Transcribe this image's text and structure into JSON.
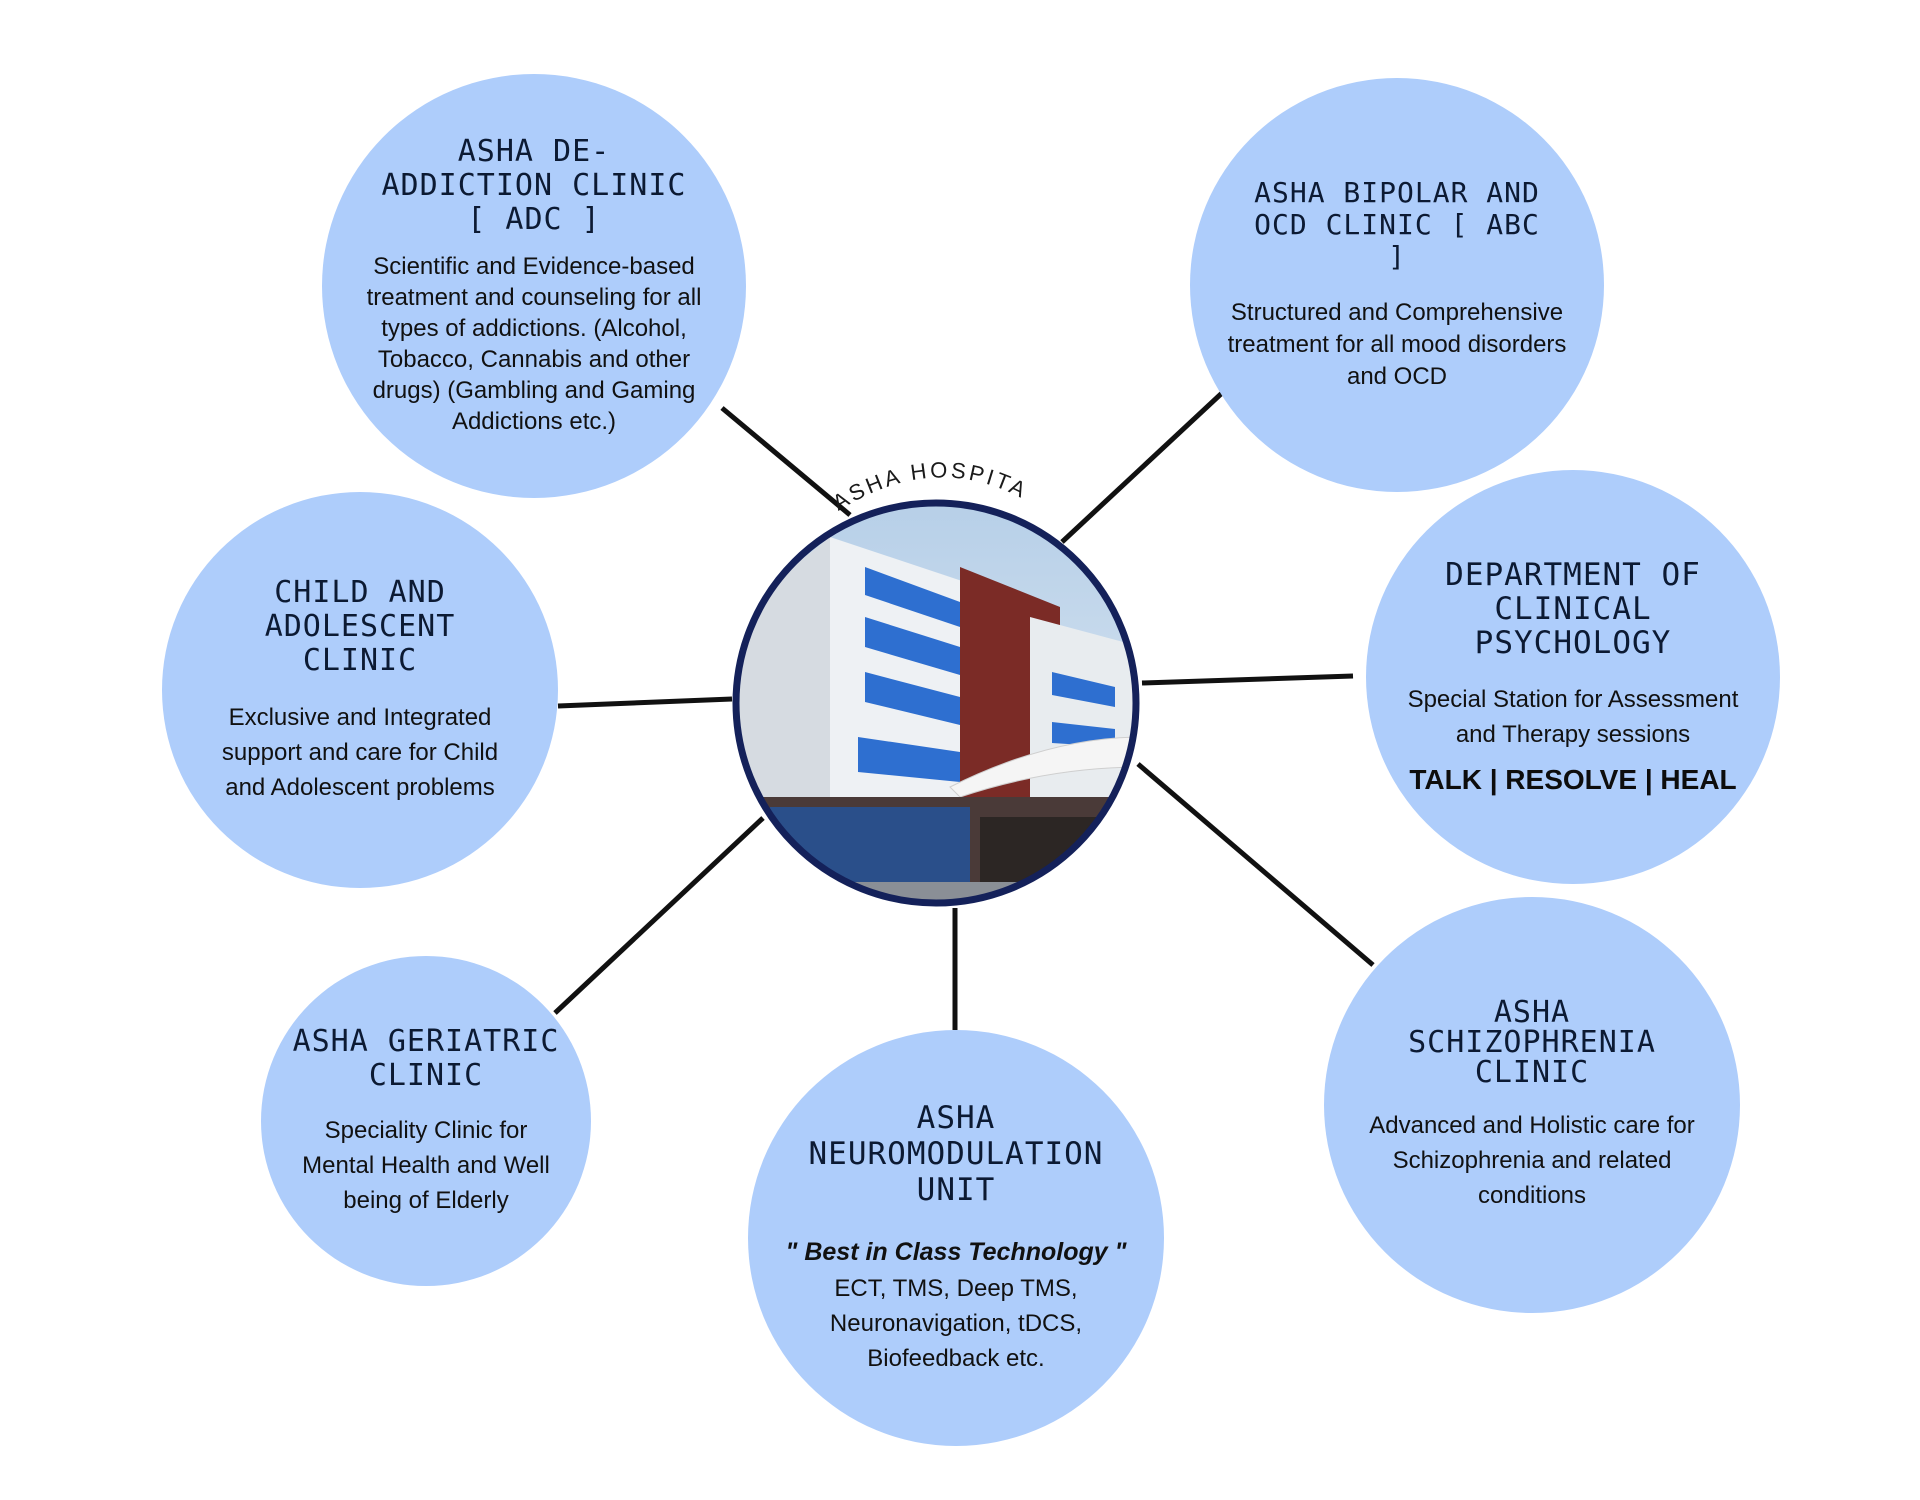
{
  "hub": {
    "label": "ASHA HOSPITAL",
    "photo_icon": "hospital-building-photo",
    "ring_color": "#14215a"
  },
  "colors": {
    "bubble": "#aecdfb",
    "connector": "#111111"
  },
  "clinics": {
    "deaddiction": {
      "title": "ASHA DE-ADDICTION CLINIC [ ADC ]",
      "desc": "Scientific and Evidence-based treatment and counseling for all types of addictions. (Alcohol, Tobacco, Cannabis and other drugs) (Gambling and Gaming Addictions etc.)"
    },
    "bipolar": {
      "title": "ASHA BIPOLAR AND OCD CLINIC [ ABC ]",
      "desc": "Structured and Comprehensive treatment for all mood disorders and OCD"
    },
    "child": {
      "title": "CHILD AND ADOLESCENT CLINIC",
      "desc": "Exclusive and Integrated support and care for Child and Adolescent problems"
    },
    "psychology": {
      "title": "DEPARTMENT OF CLINICAL PSYCHOLOGY",
      "desc": "Special Station for Assessment and Therapy sessions",
      "tagline": "TALK | RESOLVE | HEAL"
    },
    "geriatric": {
      "title": "ASHA GERIATRIC CLINIC",
      "desc": "Speciality Clinic for Mental Health and Well being of Elderly"
    },
    "neuromodulation": {
      "title": "ASHA NEUROMODULATION UNIT",
      "emphasis": "\" Best in Class Technology \"",
      "desc": "ECT, TMS, Deep TMS, Neuronavigation, tDCS, Biofeedback etc."
    },
    "schizophrenia": {
      "title": "ASHA SCHIZOPHRENIA CLINIC",
      "desc": "Advanced and Holistic care for Schizophrenia and related conditions"
    }
  }
}
